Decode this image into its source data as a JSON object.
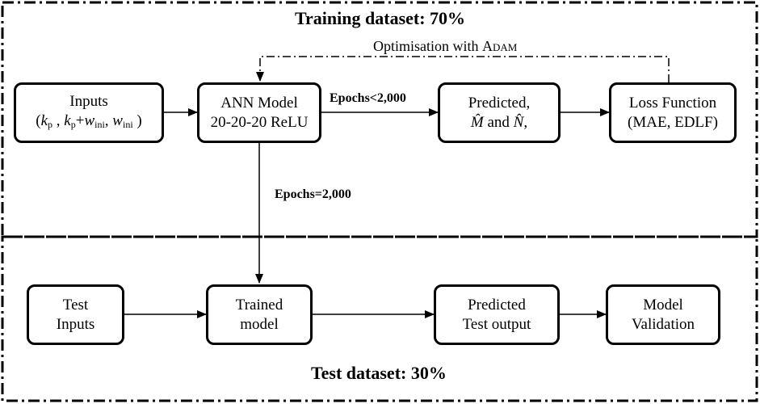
{
  "sections": {
    "training_title": "Training dataset: 70%",
    "test_title": "Test dataset: 30%"
  },
  "loop": {
    "label_prefix": "Optimisation with ",
    "label_method": "Adam"
  },
  "edges": {
    "epochs_lt": "Epochs<2,000",
    "epochs_eq": "Epochs=2,000"
  },
  "nodes": {
    "inputs": {
      "line1": "Inputs",
      "k": "k",
      "p": "p",
      "w": "w",
      "ini": "ini"
    },
    "ann_model": {
      "line1": "ANN Model",
      "line2": "20-20-20 ReLU"
    },
    "predicted": {
      "line1": "Predicted,",
      "m": "M̂",
      "and": " and ",
      "n": "N̂",
      "comma": ","
    },
    "loss_function": {
      "line1": "Loss Function",
      "line2": "(MAE, EDLF)"
    },
    "test_inputs": {
      "line1": "Test",
      "line2": "Inputs"
    },
    "trained_model": {
      "line1": "Trained",
      "line2": "model"
    },
    "predicted_test": {
      "line1": "Predicted",
      "line2": "Test output"
    },
    "model_validation": {
      "line1": "Model",
      "line2": "Validation"
    }
  }
}
